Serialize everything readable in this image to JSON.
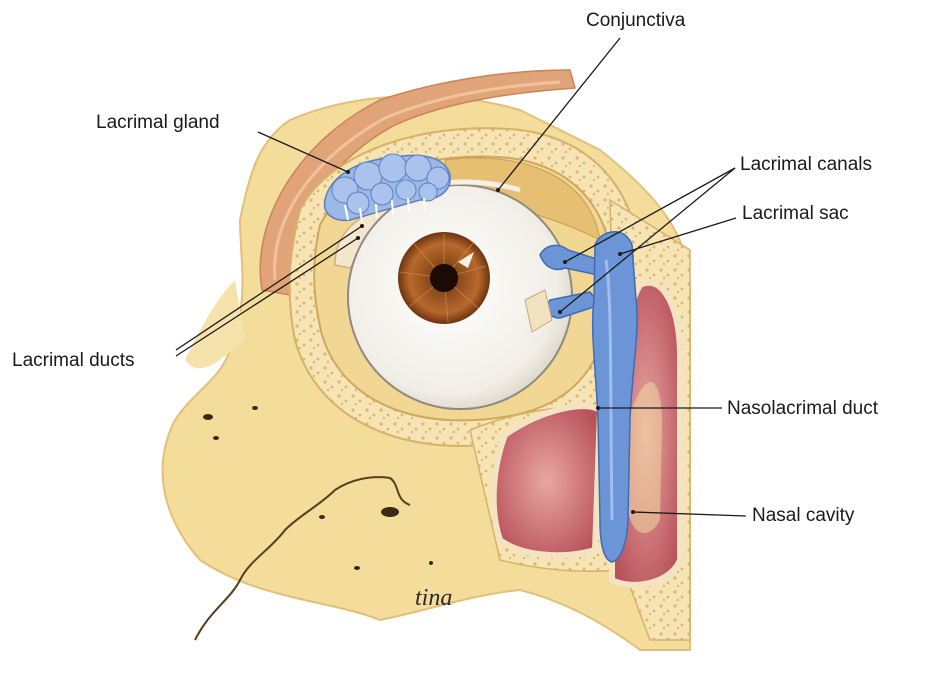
{
  "labels": {
    "conjunctiva": "Conjunctiva",
    "lacrimal_gland": "Lacrimal gland",
    "lacrimal_canals": "Lacrimal canals",
    "lacrimal_sac": "Lacrimal sac",
    "lacrimal_ducts": "Lacrimal ducts",
    "nasolacrimal_duct": "Nasolacrimal duct",
    "nasal_cavity": "Nasal cavity"
  },
  "signature": "tina",
  "colors": {
    "bone": "#f4dc9a",
    "bone_dark": "#e8c572",
    "lacrimal_system": "#6b95d6",
    "sinus": "#c96468",
    "iris": "#a55a26",
    "muscle": "#e1a378",
    "leader_line": "#1a1a1a"
  }
}
